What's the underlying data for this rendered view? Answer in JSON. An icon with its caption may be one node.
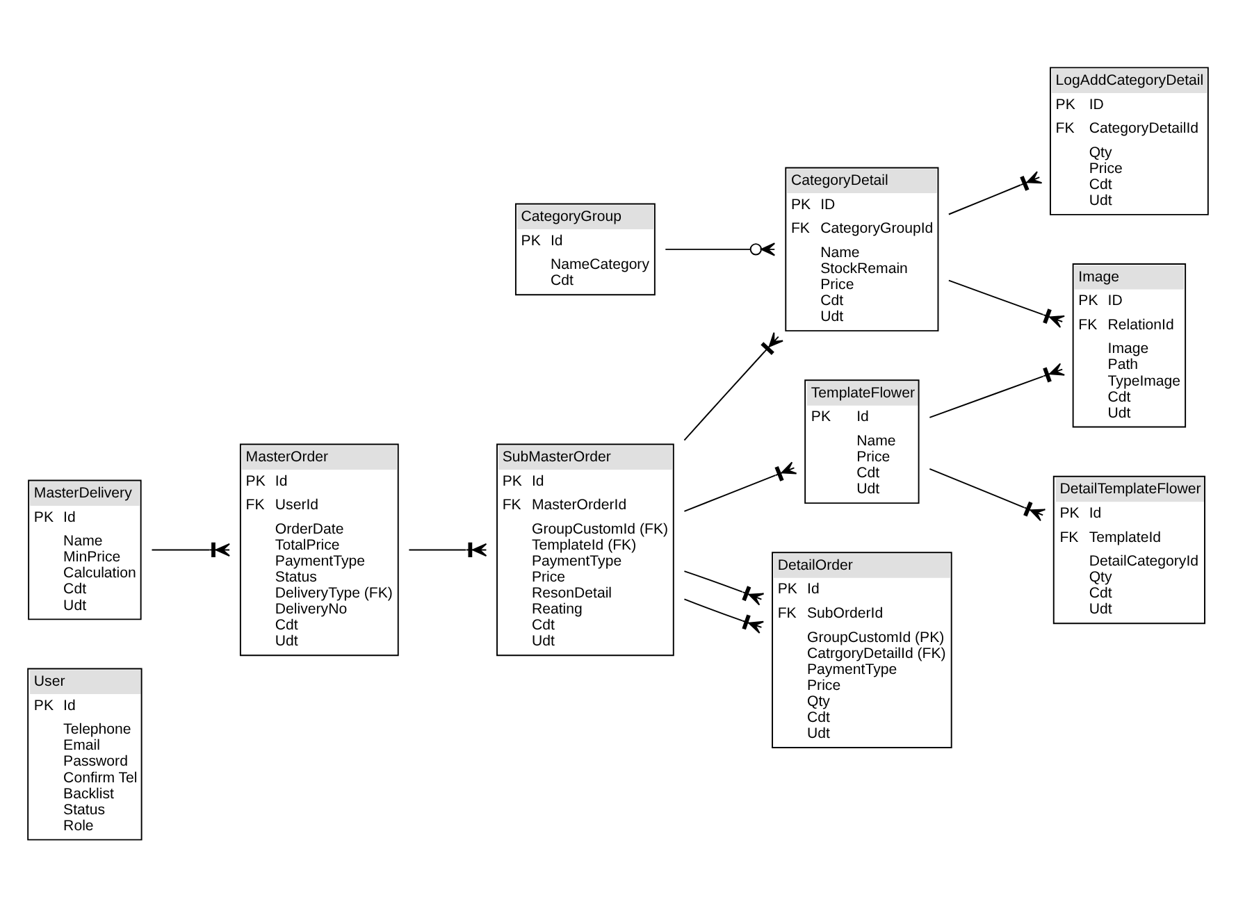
{
  "diagram": {
    "nodes": [
      {
        "text": [
          "User",
          "PK",
          "Id",
          "Telephone",
          "Email",
          "Password",
          "Confirm Tel",
          "Backlist",
          "Status",
          "Role"
        ]
      },
      {
        "text": [
          "CategoryGroup",
          "PK",
          "Id",
          "NameCategory",
          "Cdt"
        ]
      },
      {
        "text": [
          "LogAddCategoryDetail",
          "PK",
          "ID",
          "FK",
          "CategoryDetailId",
          "Qty",
          "Price",
          "Cdt",
          "Udt"
        ]
      },
      {
        "text": [
          "CategoryDetail",
          "PK",
          "ID",
          "FK",
          "CategoryGroupId",
          "Name",
          "StockRemain",
          "Price",
          "Cdt",
          "Udt"
        ]
      },
      {
        "text": [
          "Image",
          "PK",
          "ID",
          "FK",
          "RelationId",
          "Image",
          "Path",
          "TypeImage",
          "Cdt",
          "Udt"
        ]
      },
      {
        "text": [
          "MasterDelivery",
          "PK",
          "Id",
          "Name",
          "MinPrice",
          "Calculation",
          "Cdt",
          "Udt"
        ]
      },
      {
        "text": [
          "TemplateFlower",
          "PK",
          "Id",
          "Name",
          "Price",
          "Cdt",
          "Udt"
        ]
      },
      {
        "text": [
          "DetailTemplateFlower",
          "PK",
          "Id",
          "FK",
          "TemplateId",
          "DetailCategoryId",
          "Qty",
          "Cdt",
          "Udt"
        ]
      },
      {
        "text": [
          "MasterOrder",
          "PK",
          "Id",
          "FK",
          "UserId",
          "OrderDate",
          "TotalPrice",
          "PaymentType",
          "Status",
          "DeliveryType (FK)",
          "DeliveryNo",
          "Cdt",
          "Udt"
        ]
      },
      {
        "text": [
          "SubMasterOrder",
          "PK",
          "Id",
          "FK",
          "MasterOrderId",
          "GroupCustomId (FK)",
          "TemplateId (FK)",
          "PaymentType",
          "Price",
          "ResonDetail",
          "Reating",
          "Cdt",
          "Udt"
        ]
      },
      {
        "text": [
          "DetailOrder",
          "PK",
          "Id",
          "FK",
          "SubOrderId",
          "GroupCustomId (PK)",
          "CatrgoryDetailId (FK)",
          "PaymentType",
          "Price",
          "Qty",
          "Cdt",
          "Udt"
        ]
      }
    ],
    "edges": [
      {
        "from": 1,
        "to": 3,
        "arrow": "other"
      },
      {
        "from": 3,
        "to": 2,
        "arrow": "other"
      },
      {
        "from": 3,
        "to": 4,
        "arrow": "other"
      },
      {
        "from": 6,
        "to": 4,
        "arrow": "other"
      },
      {
        "from": 6,
        "to": 7,
        "arrow": "other"
      },
      {
        "from": 5,
        "to": 8,
        "arrow": "other"
      },
      {
        "from": 8,
        "to": 9,
        "arrow": "other"
      },
      {
        "from": 9,
        "to": 3,
        "arrow": "other"
      },
      {
        "from": 9,
        "to": 6,
        "arrow": "other"
      },
      {
        "from": 9,
        "to": 10,
        "arrow": "other"
      },
      {
        "from": 9,
        "to": 10,
        "arrow": "other"
      }
    ]
  }
}
